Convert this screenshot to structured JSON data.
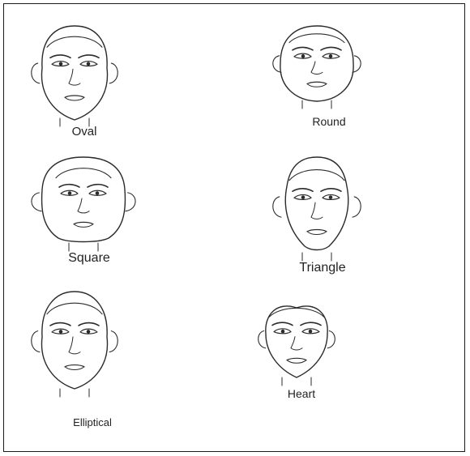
{
  "face_shapes": [
    {
      "label": "Oval",
      "icon": "oval-face-icon"
    },
    {
      "label": "Round",
      "icon": "round-face-icon"
    },
    {
      "label": "Square",
      "icon": "square-face-icon"
    },
    {
      "label": "Triangle",
      "icon": "triangle-face-icon"
    },
    {
      "label": "Elliptical",
      "icon": "elliptical-face-icon"
    },
    {
      "label": "Heart",
      "icon": "heart-face-icon"
    }
  ],
  "colors": {
    "line": "#2b2b2b",
    "text": "#222222",
    "border": "#1a1a1a"
  }
}
